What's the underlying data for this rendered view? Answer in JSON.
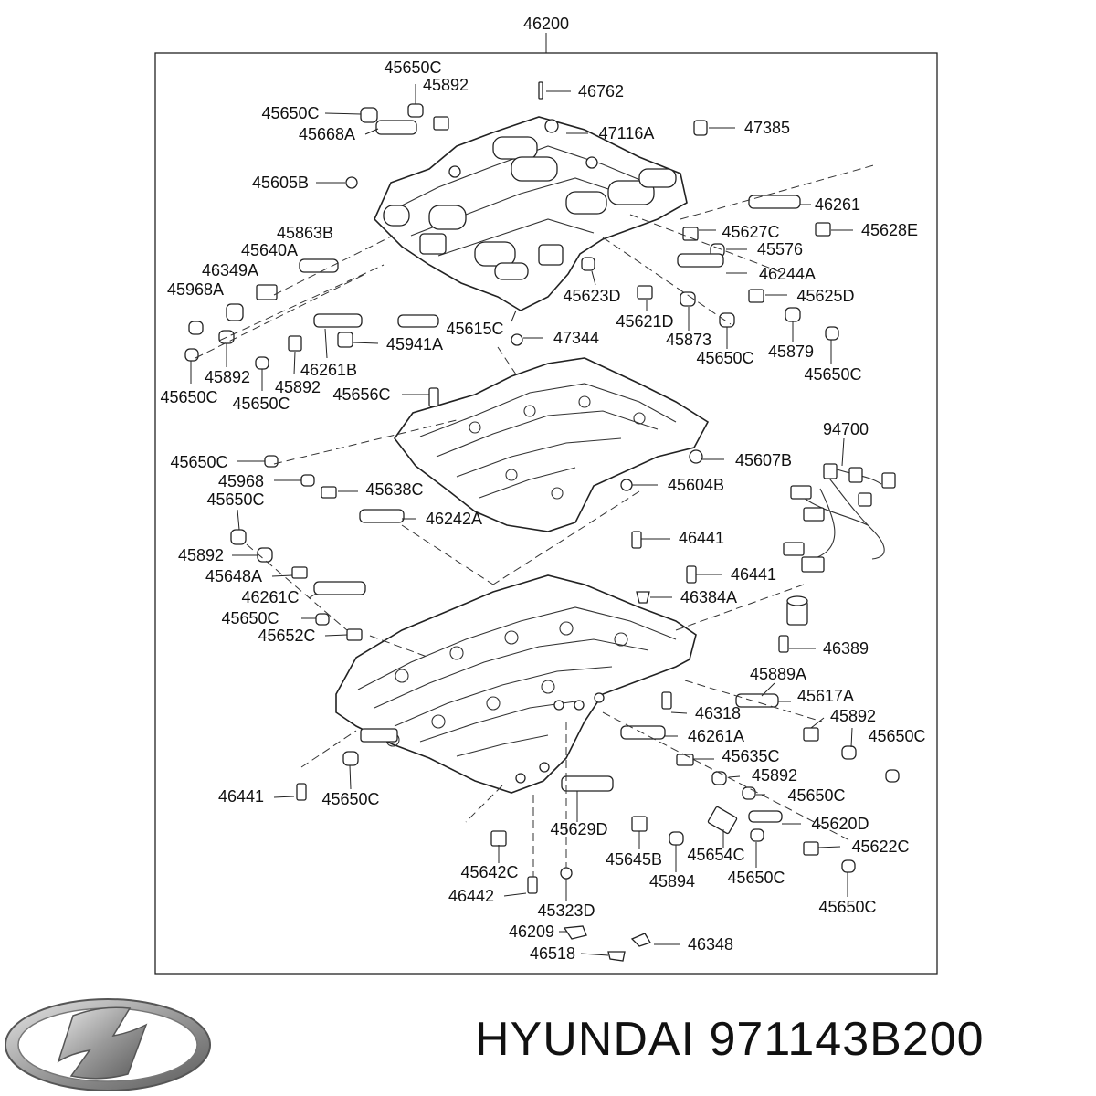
{
  "assembly_label": "46200",
  "part_labels": [
    "45650C",
    "45892",
    "46762",
    "45650C",
    "47116A",
    "47385",
    "45668A",
    "45605B",
    "46261",
    "45863B",
    "45627C",
    "45628E",
    "45640A",
    "45576",
    "46349A",
    "46244A",
    "45968A",
    "45623D",
    "45625D",
    "45621D",
    "45615C",
    "47344",
    "45941A",
    "45873",
    "45879",
    "45650C",
    "45650C",
    "45892",
    "46261B",
    "45892",
    "45650C",
    "45650C",
    "45656C",
    "94700",
    "45650C",
    "45607B",
    "45968",
    "45638C",
    "45604B",
    "45650C",
    "46242A",
    "46441",
    "45892",
    "46441",
    "45648A",
    "46261C",
    "46384A",
    "45650C",
    "45652C",
    "46389",
    "45889A",
    "46318",
    "45617A",
    "45892",
    "46261A",
    "45650C",
    "45635C",
    "45892",
    "45650C",
    "46441",
    "45650C",
    "45620D",
    "45629D",
    "45642C",
    "45645B",
    "45654C",
    "45622C",
    "45894",
    "45650C",
    "46442",
    "45323D",
    "45650C",
    "46209",
    "46348",
    "46518"
  ],
  "brand": {
    "name": "HYUNDAI 971143B200",
    "logo_icon": "hyundai-logo-icon"
  }
}
